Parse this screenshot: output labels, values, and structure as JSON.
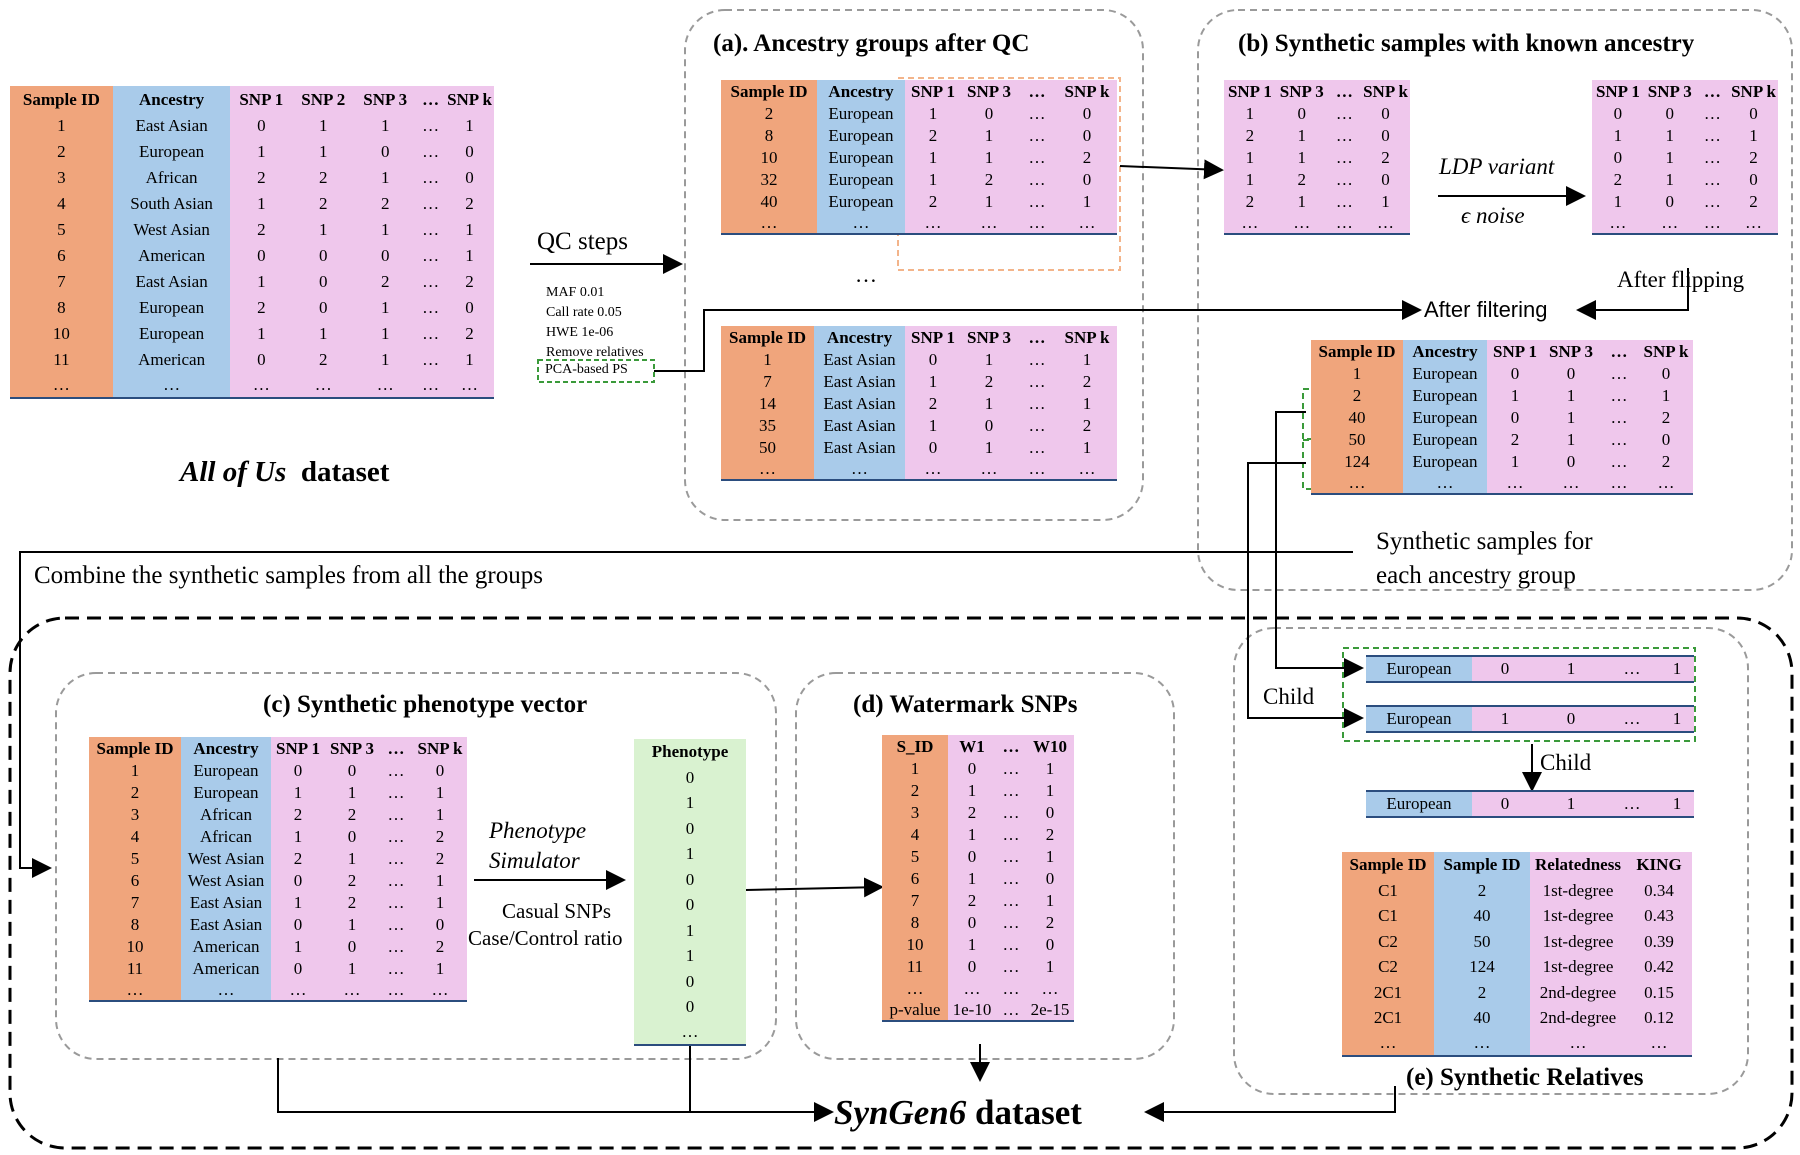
{
  "main_table": {
    "headers": [
      "Sample ID",
      "Ancestry",
      "SNP 1",
      "SNP 2",
      "SNP 3",
      "…",
      "SNP k"
    ],
    "rows": [
      [
        "1",
        "East Asian",
        "0",
        "1",
        "1",
        "…",
        "1"
      ],
      [
        "2",
        "European",
        "1",
        "1",
        "0",
        "…",
        "0"
      ],
      [
        "3",
        "African",
        "2",
        "2",
        "1",
        "…",
        "0"
      ],
      [
        "4",
        "South Asian",
        "1",
        "2",
        "2",
        "…",
        "2"
      ],
      [
        "5",
        "West Asian",
        "2",
        "1",
        "1",
        "…",
        "1"
      ],
      [
        "6",
        "American",
        "0",
        "0",
        "0",
        "…",
        "1"
      ],
      [
        "7",
        "East Asian",
        "1",
        "0",
        "2",
        "…",
        "2"
      ],
      [
        "8",
        "European",
        "2",
        "0",
        "1",
        "…",
        "0"
      ],
      [
        "10",
        "European",
        "1",
        "1",
        "1",
        "…",
        "2"
      ],
      [
        "11",
        "American",
        "0",
        "2",
        "1",
        "…",
        "1"
      ],
      [
        "…",
        "…",
        "…",
        "…",
        "…",
        "…",
        "…"
      ]
    ],
    "caption_italic": "All of Us",
    "caption_rest": "dataset"
  },
  "qc": {
    "label": "QC steps",
    "items": [
      "MAF 0.01",
      "Call rate 0.05",
      "HWE 1e-06",
      "Remove relatives"
    ],
    "boxed_item": "PCA-based PS"
  },
  "panel_a": {
    "title": "(a). Ancestry groups after QC",
    "headers": [
      "Sample ID",
      "Ancestry",
      "SNP 1",
      "SNP 3",
      "…",
      "SNP k"
    ],
    "table1": [
      [
        "2",
        "European",
        "1",
        "0",
        "…",
        "0"
      ],
      [
        "8",
        "European",
        "2",
        "1",
        "…",
        "0"
      ],
      [
        "10",
        "European",
        "1",
        "1",
        "…",
        "2"
      ],
      [
        "32",
        "European",
        "1",
        "2",
        "…",
        "0"
      ],
      [
        "40",
        "European",
        "2",
        "1",
        "…",
        "1"
      ],
      [
        "…",
        "…",
        "…",
        "…",
        "…",
        "…"
      ]
    ],
    "middle_ellipsis": "…",
    "table2": [
      [
        "1",
        "East Asian",
        "0",
        "1",
        "…",
        "1"
      ],
      [
        "7",
        "East Asian",
        "1",
        "2",
        "…",
        "2"
      ],
      [
        "14",
        "East Asian",
        "2",
        "1",
        "…",
        "1"
      ],
      [
        "35",
        "East Asian",
        "1",
        "0",
        "…",
        "2"
      ],
      [
        "50",
        "East Asian",
        "0",
        "1",
        "…",
        "1"
      ],
      [
        "…",
        "…",
        "…",
        "…",
        "…",
        "…"
      ]
    ]
  },
  "panel_b": {
    "title": "(b) Synthetic samples with known ancestry",
    "headers": [
      "SNP 1",
      "SNP 3",
      "…",
      "SNP k"
    ],
    "before": [
      [
        "1",
        "0",
        "…",
        "0"
      ],
      [
        "2",
        "1",
        "…",
        "0"
      ],
      [
        "1",
        "1",
        "…",
        "2"
      ],
      [
        "1",
        "2",
        "…",
        "0"
      ],
      [
        "2",
        "1",
        "…",
        "1"
      ],
      [
        "…",
        "…",
        "…",
        "…"
      ]
    ],
    "after": [
      [
        "0",
        "0",
        "…",
        "0"
      ],
      [
        "1",
        "1",
        "…",
        "1"
      ],
      [
        "0",
        "1",
        "…",
        "2"
      ],
      [
        "2",
        "1",
        "…",
        "0"
      ],
      [
        "1",
        "0",
        "…",
        "2"
      ],
      [
        "…",
        "…",
        "…",
        "…"
      ]
    ],
    "ldp_label": "LDP variant",
    "noise_label": "ϵ noise",
    "after_flipping": "After flipping",
    "after_filtering": "After filtering",
    "filtered_headers": [
      "Sample ID",
      "Ancestry",
      "SNP 1",
      "SNP 3",
      "…",
      "SNP k"
    ],
    "filtered_rows": [
      [
        "1",
        "European",
        "0",
        "0",
        "…",
        "0"
      ],
      [
        "2",
        "European",
        "1",
        "1",
        "…",
        "1"
      ],
      [
        "40",
        "European",
        "0",
        "1",
        "…",
        "2"
      ],
      [
        "50",
        "European",
        "2",
        "1",
        "…",
        "0"
      ],
      [
        "124",
        "European",
        "1",
        "0",
        "…",
        "2"
      ],
      [
        "…",
        "…",
        "…",
        "…",
        "…",
        "…"
      ]
    ],
    "caption_line1": "Synthetic samples for",
    "caption_line2": "each ancestry group"
  },
  "combine_label": "Combine the synthetic samples from all the groups",
  "panel_c": {
    "title": "(c) Synthetic phenotype vector",
    "headers": [
      "Sample ID",
      "Ancestry",
      "SNP 1",
      "SNP 3",
      "…",
      "SNP k"
    ],
    "rows": [
      [
        "1",
        "European",
        "0",
        "0",
        "…",
        "0"
      ],
      [
        "2",
        "European",
        "1",
        "1",
        "…",
        "1"
      ],
      [
        "3",
        "African",
        "2",
        "2",
        "…",
        "1"
      ],
      [
        "4",
        "African",
        "1",
        "0",
        "…",
        "2"
      ],
      [
        "5",
        "West Asian",
        "2",
        "1",
        "…",
        "2"
      ],
      [
        "6",
        "West Asian",
        "0",
        "2",
        "…",
        "1"
      ],
      [
        "7",
        "East Asian",
        "1",
        "2",
        "…",
        "1"
      ],
      [
        "8",
        "East Asian",
        "0",
        "1",
        "…",
        "0"
      ],
      [
        "10",
        "American",
        "1",
        "0",
        "…",
        "2"
      ],
      [
        "11",
        "American",
        "0",
        "1",
        "…",
        "1"
      ],
      [
        "…",
        "…",
        "…",
        "…",
        "…",
        "…"
      ]
    ],
    "simulator_line1": "Phenotype",
    "simulator_line2": "Simulator",
    "causal": "Casual SNPs",
    "ratio": "Case/Control ratio",
    "phenotype_header": "Phenotype",
    "phenotype_values": [
      "0",
      "1",
      "0",
      "1",
      "0",
      "0",
      "1",
      "1",
      "0",
      "0",
      "…"
    ]
  },
  "panel_d": {
    "title": "(d) Watermark SNPs",
    "headers": [
      "S_ID",
      "W1",
      "…",
      "W10"
    ],
    "rows": [
      [
        "1",
        "0",
        "…",
        "1"
      ],
      [
        "2",
        "1",
        "…",
        "1"
      ],
      [
        "3",
        "2",
        "…",
        "0"
      ],
      [
        "4",
        "1",
        "…",
        "2"
      ],
      [
        "5",
        "0",
        "…",
        "1"
      ],
      [
        "6",
        "1",
        "…",
        "0"
      ],
      [
        "7",
        "2",
        "…",
        "1"
      ],
      [
        "8",
        "0",
        "…",
        "2"
      ],
      [
        "10",
        "1",
        "…",
        "0"
      ],
      [
        "11",
        "0",
        "…",
        "1"
      ],
      [
        "…",
        "…",
        "…",
        "…"
      ]
    ],
    "footer": [
      "p-value",
      "1e-10",
      "…",
      "2e-15"
    ]
  },
  "panel_e": {
    "title": "(e) Synthetic Relatives",
    "child_label": "Child",
    "child_label2": "Child",
    "parent1": [
      "European",
      "0",
      "1",
      "…",
      "1"
    ],
    "parent2": [
      "European",
      "1",
      "0",
      "…",
      "1"
    ],
    "child": [
      "European",
      "0",
      "1",
      "…",
      "1"
    ],
    "headers": [
      "Sample ID",
      "Sample ID",
      "Relatedness",
      "KING"
    ],
    "rows": [
      [
        "C1",
        "2",
        "1st-degree",
        "0.34"
      ],
      [
        "C1",
        "40",
        "1st-degree",
        "0.43"
      ],
      [
        "C2",
        "50",
        "1st-degree",
        "0.39"
      ],
      [
        "C2",
        "124",
        "1st-degree",
        "0.42"
      ],
      [
        "2C1",
        "2",
        "2nd-degree",
        "0.15"
      ],
      [
        "2C1",
        "40",
        "2nd-degree",
        "0.12"
      ],
      [
        "…",
        "…",
        "…",
        "…"
      ]
    ]
  },
  "output": {
    "name_italic": "SynGen6",
    "name_rest": "dataset"
  },
  "colors": {
    "sample_id": "#f0a57c",
    "ancestry": "#a9cbea",
    "snp": "#efc7ec",
    "phenotype": "#d9f2d0",
    "table_rule": "#2b4d7e",
    "dashed_green": "#3a9a3a",
    "dashed_orange": "#f3b48a"
  }
}
